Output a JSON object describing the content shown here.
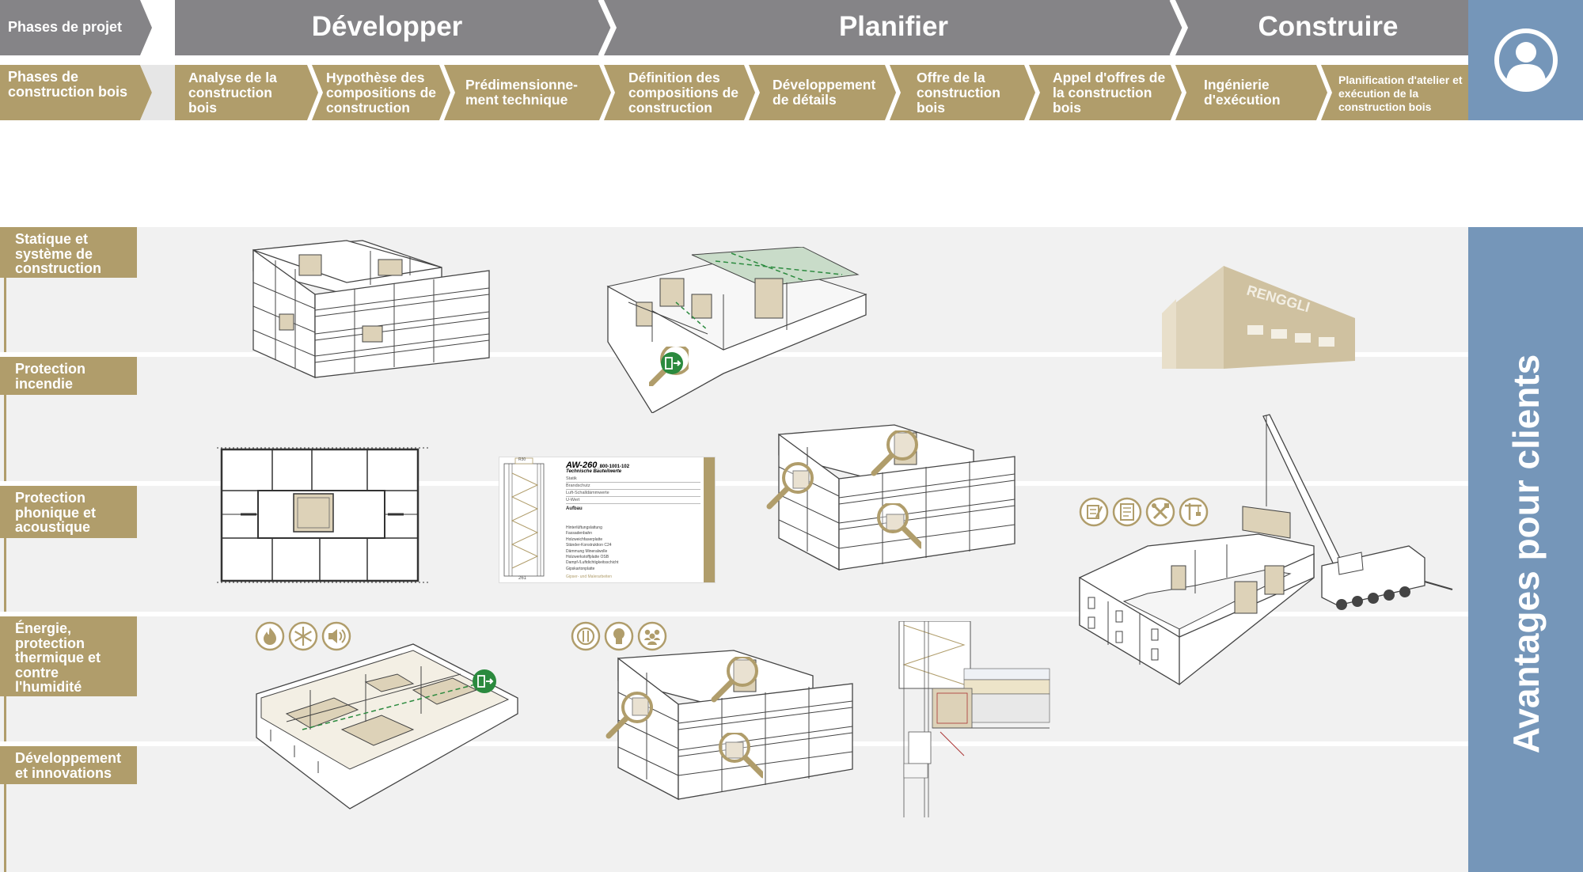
{
  "header": {
    "row1_label": "Phases de projet",
    "row2_label": "Phases de construction bois",
    "phases": [
      {
        "label": "Développer"
      },
      {
        "label": "Planifier"
      },
      {
        "label": "Construire"
      }
    ],
    "subphases": [
      {
        "label": "Analyse de la construction bois"
      },
      {
        "label": "Hypothèse des compositions de construction"
      },
      {
        "label": "Prédimensionne-ment technique"
      },
      {
        "label": "Définition des compositions de construction"
      },
      {
        "label": "Développement de détails"
      },
      {
        "label": "Offre de la construction bois"
      },
      {
        "label": "Appel d'offres de la construction bois"
      },
      {
        "label": "Ingénierie d'exécution"
      },
      {
        "label": "Planification d'atelier et exécution de la construction bois"
      }
    ]
  },
  "categories": [
    {
      "label": "Statique et système de construction"
    },
    {
      "label": "Protection incendie"
    },
    {
      "label": "Protection phonique et acoustique"
    },
    {
      "label": "Énergie, protection thermique et contre l'humidité"
    },
    {
      "label": "Développement et innovations"
    }
  ],
  "side_panel": {
    "label": "Avantages pour clients"
  },
  "spec_sheet": {
    "title": "AW-260",
    "code": "_800-1001-102",
    "subtitle": "Technische Bauteilwerte",
    "rows": [
      "Statik",
      "Brandschutz",
      "Luft-Schalldämmwerte",
      "U-Wert",
      "Aufbau"
    ],
    "layers": [
      "Hinterlüftungslattung",
      "Fassadenbahn",
      "Holzweichfaserplatte",
      "Ständer-Konstruktion C24",
      "Dämmung Mineralwolle",
      "Holzwerkstoffplatte OSB",
      "Dampf-/Luftdichtigkeitsschicht",
      "Gipskartonplatte"
    ],
    "r_label": "R30",
    "dimension": "261",
    "footer": "Gipser- und Malerarbeiten"
  },
  "factory_sign": "RENGGLI",
  "colors": {
    "gold": "#b09d6b",
    "grey_header": "#858487",
    "blue_panel": "#7596b9",
    "band_bg": "#f1f1f1",
    "beige_fill": "#ddd2b8",
    "green_fill": "#c9dcc9",
    "exit_green": "#2b8a3e"
  },
  "icons": [
    "fire-icon",
    "snowflake-icon",
    "sound-icon",
    "cost-icon",
    "lightbulb-icon",
    "people-icon",
    "plans-icon",
    "document-icon",
    "tools-icon",
    "crane-icon",
    "emergency-exit-icon",
    "magnifier-icon",
    "user-icon"
  ]
}
